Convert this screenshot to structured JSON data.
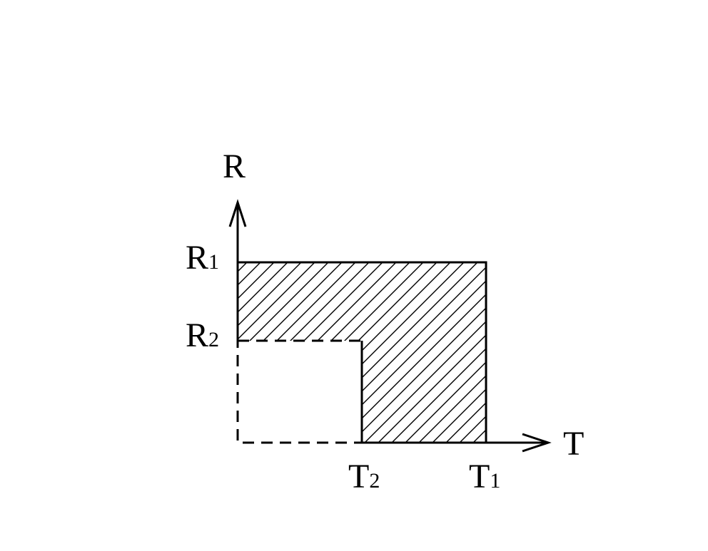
{
  "diagram": {
    "axis_labels": {
      "vertical": "R",
      "horizontal": "T"
    },
    "tick_labels": {
      "r1": {
        "base": "R",
        "sub": "1"
      },
      "r2": {
        "base": "R",
        "sub": "2"
      },
      "t1": {
        "base": "T",
        "sub": "1"
      },
      "t2": {
        "base": "T",
        "sub": "2"
      }
    },
    "colors": {
      "line": "#000000",
      "background": "#ffffff"
    }
  }
}
